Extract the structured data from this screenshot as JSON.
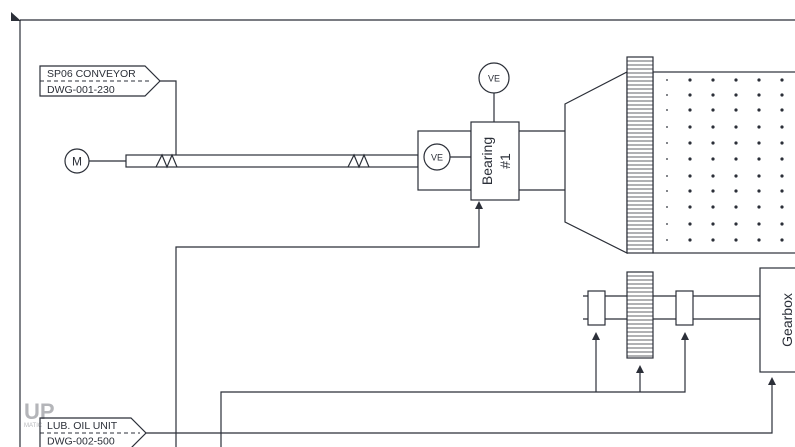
{
  "offpage": {
    "conveyor": {
      "title": "SP06 CONVEYOR",
      "drawing": "DWG-001-230"
    },
    "lube_oil": {
      "title": "LUB. OIL UNIT",
      "drawing": "DWG-002-500"
    }
  },
  "motor": {
    "label": "M"
  },
  "vibration_top": {
    "label": "VE"
  },
  "vibration_shaft": {
    "label": "VE"
  },
  "bearing": {
    "line1": "Bearing",
    "line2": "#1"
  },
  "gearbox": {
    "label": "Gearbox"
  },
  "watermark": {
    "line1": "UP",
    "line2": "MATIC"
  }
}
